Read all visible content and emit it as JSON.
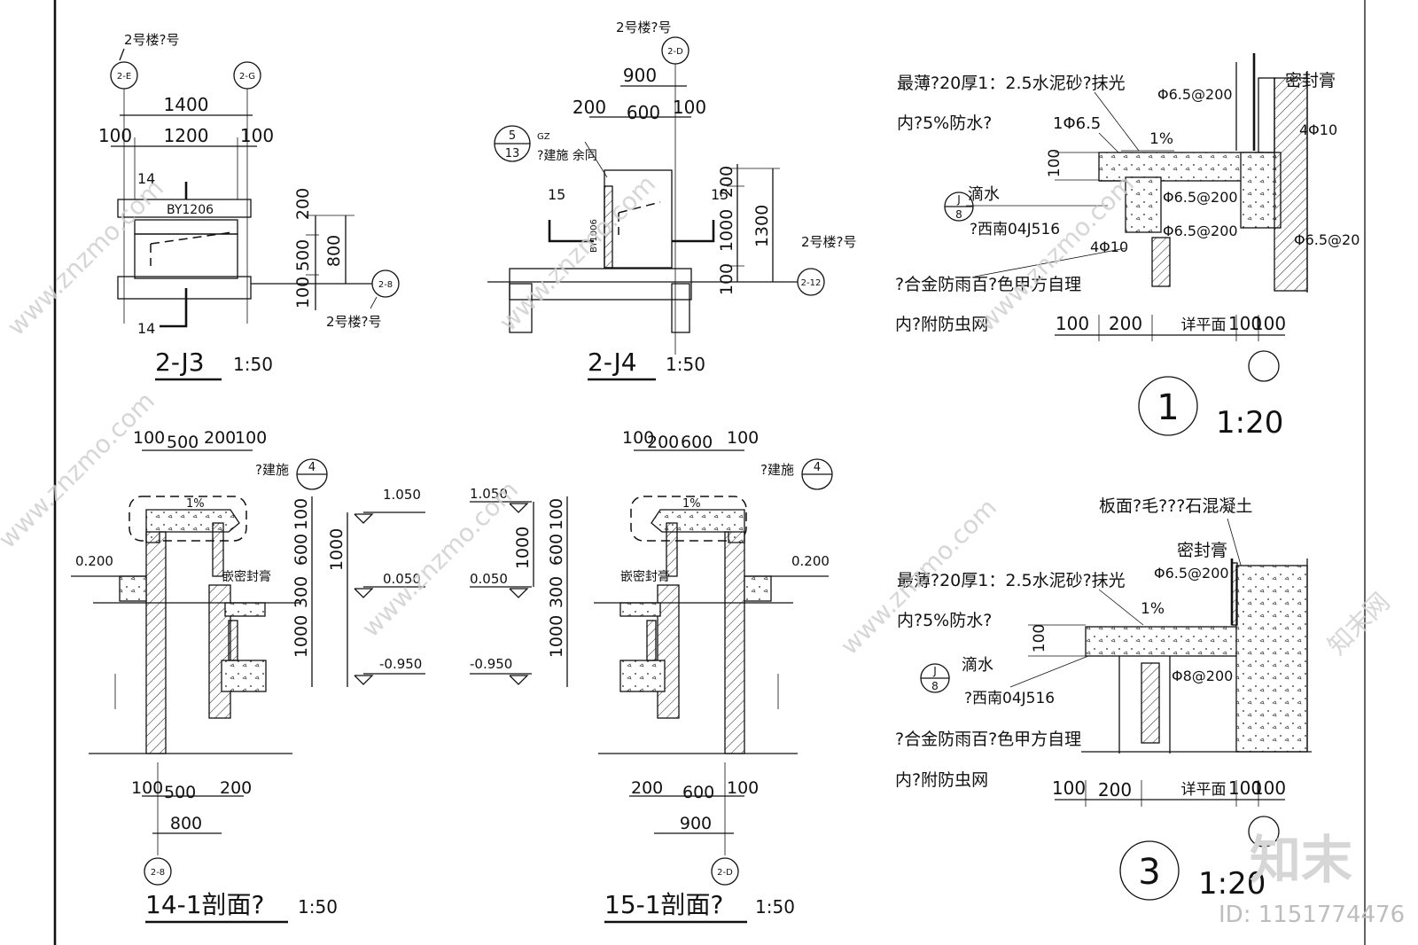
{
  "watermark": {
    "site": "www.znzmo.com",
    "brand": "知末网",
    "logo": "知末",
    "id": "ID: 1151774476"
  },
  "j3": {
    "ref_top": "2号楼?号",
    "axis_left": "2-E",
    "axis_right": "2-G",
    "axis_bottom": "2-8",
    "ref_right": "2号楼?号",
    "dim_total": "1400",
    "dim_l": "100",
    "dim_mid": "1200",
    "dim_r": "100",
    "sec_top": "14",
    "sec_bottom": "14",
    "tag": "BY1206",
    "v1": "200",
    "v2": "500",
    "v3": "100",
    "v4": "800",
    "title": "2-J3",
    "scale": "1:50"
  },
  "j4": {
    "ref_top": "2号楼?号",
    "axis_top": "2-D",
    "ref_right": "2号楼?号",
    "axis_right": "2-12",
    "dim_total": "900",
    "dim_l": "200",
    "dim_mid": "600",
    "dim_r": "100",
    "callout_num": "5",
    "callout_den": "13",
    "callout_code": "GZ",
    "callout_text": "?建施 余同",
    "sec_l": "15",
    "sec_r": "15",
    "tag": "BY1006",
    "v1": "200",
    "v2": "1000",
    "v3": "100",
    "v4": "1300",
    "title": "2-J4",
    "scale": "1:50"
  },
  "d1": {
    "note1": "最薄?20厚1：2.5水泥砂?抹光",
    "note2": "内?5%防水?",
    "bar1": "1Φ6.5",
    "slope": "1%",
    "h100": "100",
    "drip": "滴水",
    "ref_num": "J",
    "ref_den": "8",
    "ref_std": "?西南04J516",
    "seal": "密封膏",
    "r1": "Φ6.5@200",
    "r2": "4Φ10",
    "r3": "Φ6.5@200",
    "r4": "Φ6.5@200",
    "r5": "4Φ10",
    "r6": "Φ6.5@20",
    "louver": "?合金防雨百?色甲方自理",
    "mesh": "内?附防虫网",
    "b1": "100",
    "b2": "200",
    "b3": "详平面",
    "b4": "100",
    "b5": "100",
    "circle": "1",
    "scale": "1:20"
  },
  "s14": {
    "dims_top": [
      "100",
      "500",
      "200",
      "100"
    ],
    "ref": "?建施",
    "ref_num": "4",
    "lev1": "1.050",
    "lev2": "0.050",
    "lev3": "-0.950",
    "lev_left": "0.200",
    "slope": "1%",
    "seal": "嵌密封膏",
    "v1": "300",
    "v2": "600",
    "v3": "100",
    "v4": "1000",
    "v5": "1000",
    "dims_bot": [
      "100",
      "500",
      "200"
    ],
    "dim_total": "800",
    "axis": "2-8",
    "title": "14-1剖面?",
    "scale": "1:50"
  },
  "s15": {
    "dims_top": [
      "100",
      "200",
      "600",
      "100"
    ],
    "ref": "?建施",
    "ref_num": "4",
    "lev1": "1.050",
    "lev2": "0.050",
    "lev3": "-0.950",
    "lev_right": "0.200",
    "slope": "1%",
    "seal": "嵌密封膏",
    "v1": "1000",
    "v2": "300",
    "v3": "600",
    "v4": "100",
    "v5": "1000",
    "dims_bot": [
      "200",
      "600",
      "100"
    ],
    "dim_total": "900",
    "axis": "2-D",
    "title": "15-1剖面?",
    "scale": "1:50"
  },
  "d3": {
    "note0": "板面?毛???石混凝土",
    "seal": "密封膏",
    "note1": "最薄?20厚1：2.5水泥砂?抹光",
    "note2": "内?5%防水?",
    "r1": "Φ6.5@200",
    "slope": "1%",
    "h100": "100",
    "drip": "滴水",
    "ref_num": "J",
    "ref_den": "8",
    "ref_std": "?西南04J516",
    "r2": "Φ8@200",
    "louver": "?合金防雨百?色甲方自理",
    "mesh": "内?附防虫网",
    "b1": "100",
    "b2": "200",
    "b3": "详平面",
    "b4": "100",
    "b5": "100",
    "circle": "3",
    "scale": "1:20"
  }
}
